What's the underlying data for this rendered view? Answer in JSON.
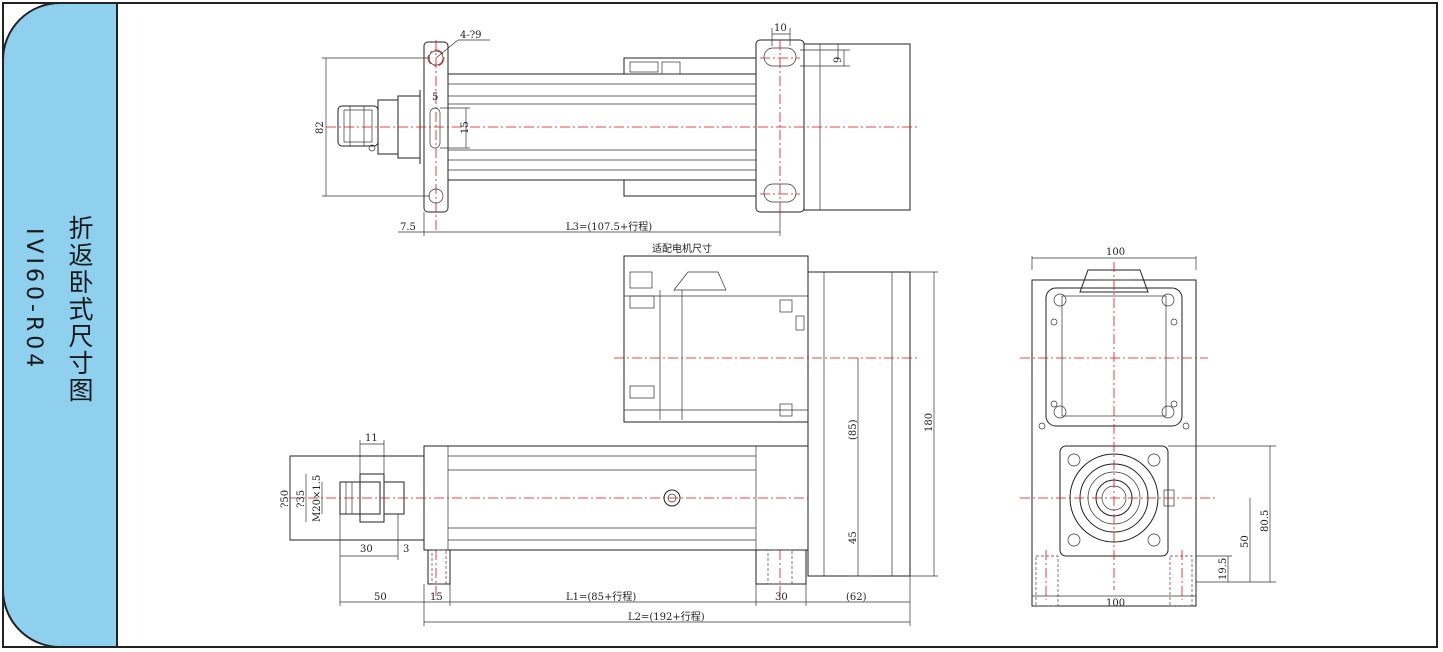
{
  "sidebar": {
    "title": "折返卧式尺寸图",
    "model": "IVI60-R04",
    "tab_color": "#8fd0ef"
  },
  "top_view": {
    "hole_label": "4-?9",
    "dim_10": "10",
    "dim_9": "9",
    "dim_5": "5",
    "dim_15": "15",
    "dim_82": "82",
    "dim_7_5": "7.5",
    "dim_l3": "L3=(107.5+行程)"
  },
  "side_view": {
    "motor_label": "适配电机尺寸",
    "dim_11": "11",
    "dim_50v": "?50",
    "dim_35": "?35",
    "dim_thread": "M20×1.5",
    "dim_30": "30",
    "dim_3": "3",
    "dim_50": "50",
    "dim_15": "15",
    "dim_l1": "L1=(85+行程)",
    "dim_30b": "30",
    "dim_62": "(62)",
    "dim_l2": "L2=(192+行程)",
    "dim_85": "(85)",
    "dim_45": "45",
    "dim_180": "180"
  },
  "end_view": {
    "dim_100_top": "100",
    "dim_100_bottom": "100",
    "dim_80_5": "80.5",
    "dim_50": "50",
    "dim_19_5": "19.5"
  }
}
